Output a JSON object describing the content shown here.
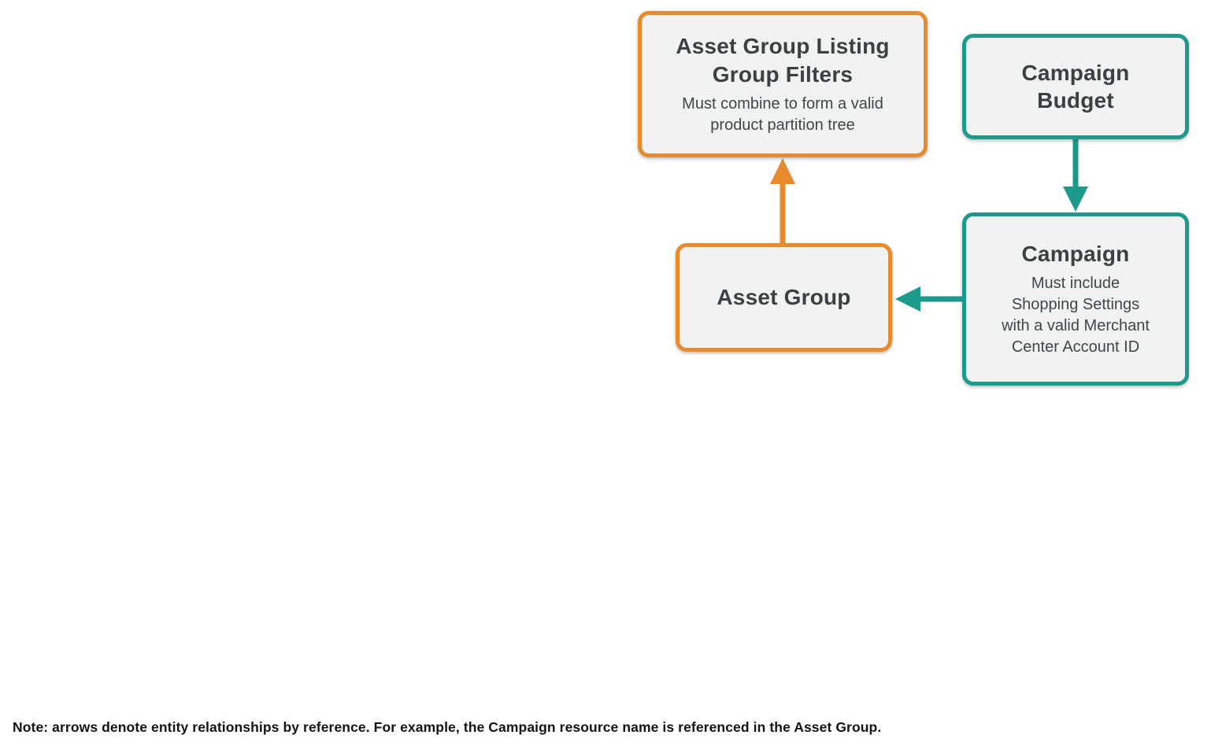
{
  "diagram": {
    "boxes": {
      "listing_filters": {
        "title": "Asset Group Listing Group Filters",
        "subtitle": "Must combine to form a valid product partition tree"
      },
      "campaign_budget": {
        "title": "Campaign Budget"
      },
      "campaign": {
        "title": "Campaign",
        "subtitle": "Must include Shopping Settings with a valid Merchant Center Account ID"
      },
      "asset_group": {
        "title": "Asset Group"
      }
    },
    "arrows": [
      {
        "from": "Asset Group",
        "to": "Asset Group Listing Group Filters",
        "color": "#E78B2E",
        "direction": "up"
      },
      {
        "from": "Campaign Budget",
        "to": "Campaign",
        "color": "#1E9A8C",
        "direction": "down"
      },
      {
        "from": "Campaign",
        "to": "Asset Group",
        "color": "#1E9A8C",
        "direction": "left"
      }
    ]
  },
  "note": "Note: arrows denote entity relationships by reference. For example, the Campaign resource name is referenced in the Asset Group.",
  "colors": {
    "orange": "#E78B2E",
    "teal": "#1E9A8C",
    "box_fill": "#F1F2F2",
    "text": "#3C4043",
    "subtext": "#414549",
    "note_text": "#141414"
  }
}
